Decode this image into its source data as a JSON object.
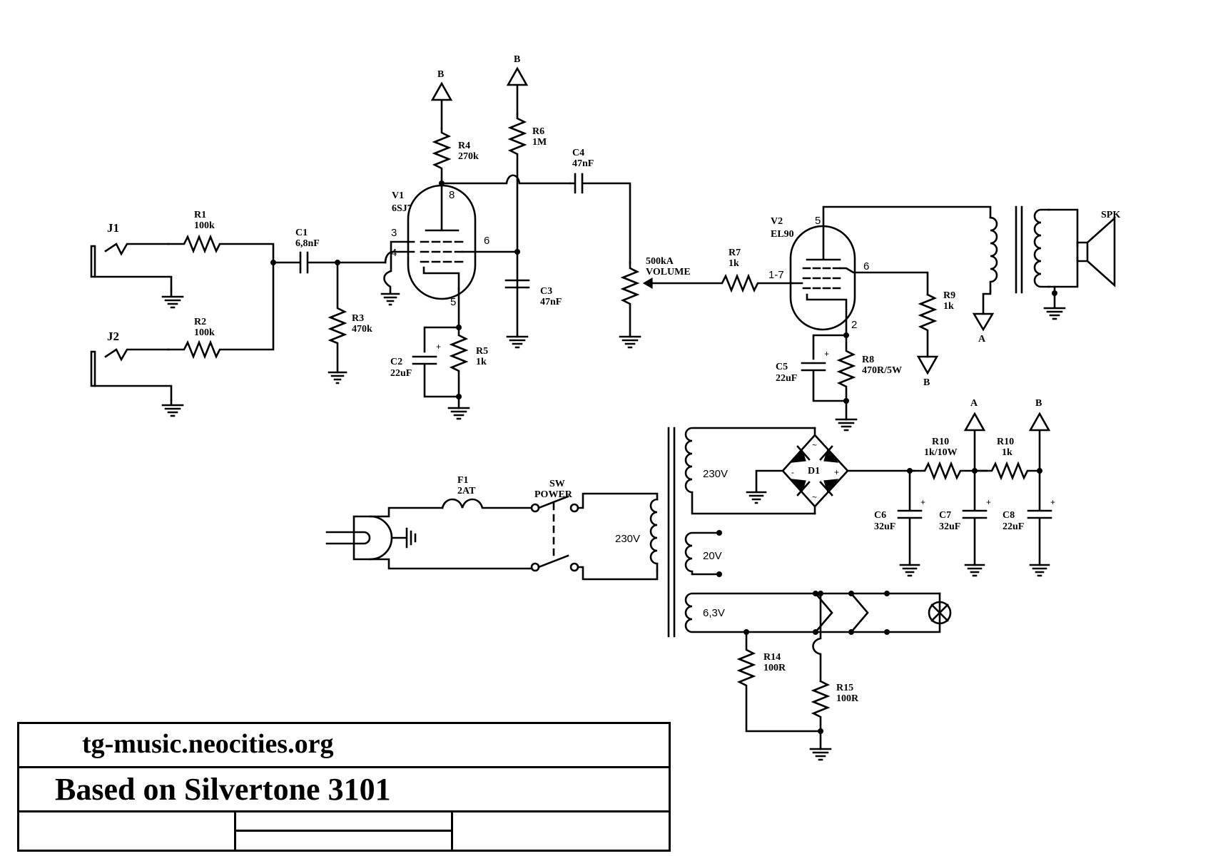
{
  "title_block": {
    "website": "tg-music.neocities.org",
    "based_on": "Based on Silvertone 3101"
  },
  "labels": {
    "J1": "J1",
    "J2": "J2",
    "R1": "R1",
    "R1_value": "100k",
    "R2": "R2",
    "R2_value": "100k",
    "C1": "C1",
    "C1_value": "6,8nF",
    "R3": "R3",
    "R3_value": "470k",
    "V1": "V1",
    "V1_type": "6SJ7",
    "R4": "R4",
    "R4_value": "270k",
    "R5": "R5",
    "R5_value": "1k",
    "C2": "C2",
    "C2_value": "22uF",
    "R6": "R6",
    "R6_value": "1M",
    "C3": "C3",
    "C3_value": "47nF",
    "C4": "C4",
    "C4_value": "47nF",
    "VOL_value": "500kA",
    "VOL_name": "VOLUME",
    "R7": "R7",
    "R7_value": "1k",
    "V2": "V2",
    "V2_type": "EL90",
    "R8": "R8",
    "R8_value": "470R/5W",
    "C5": "C5",
    "C5_value": "22uF",
    "R9": "R9",
    "R9_value": "1k",
    "SPK": "SPK",
    "F1": "F1",
    "F1_value": "2AT",
    "SW": "SW",
    "SW_name": "POWER",
    "D1": "D1",
    "R10a": "R10",
    "R10a_value": "1k/10W",
    "R10b": "R10",
    "R10b_value": "1k",
    "C6": "C6",
    "C6_value": "32uF",
    "C7": "C7",
    "C7_value": "32uF",
    "C8": "C8",
    "C8_value": "22uF",
    "R14": "R14",
    "R14_value": "100R",
    "R15": "R15",
    "R15_value": "100R",
    "rail_A": "A",
    "rail_B": "B"
  },
  "pins": {
    "v1_pin8": "8",
    "v1_pin3": "3",
    "v1_pin4": "4",
    "v1_pin6": "6",
    "v1_pin5": "5",
    "v2_pin5": "5",
    "v2_pin17": "1-7",
    "v2_pin6": "6",
    "v2_pin2": "2"
  },
  "windings": {
    "primary": "230V",
    "secondary_hv": "230V",
    "secondary_20v": "20V",
    "secondary_heater": "6,3V"
  },
  "signs": {
    "plus": "+",
    "minus": "-",
    "ac": "~"
  }
}
